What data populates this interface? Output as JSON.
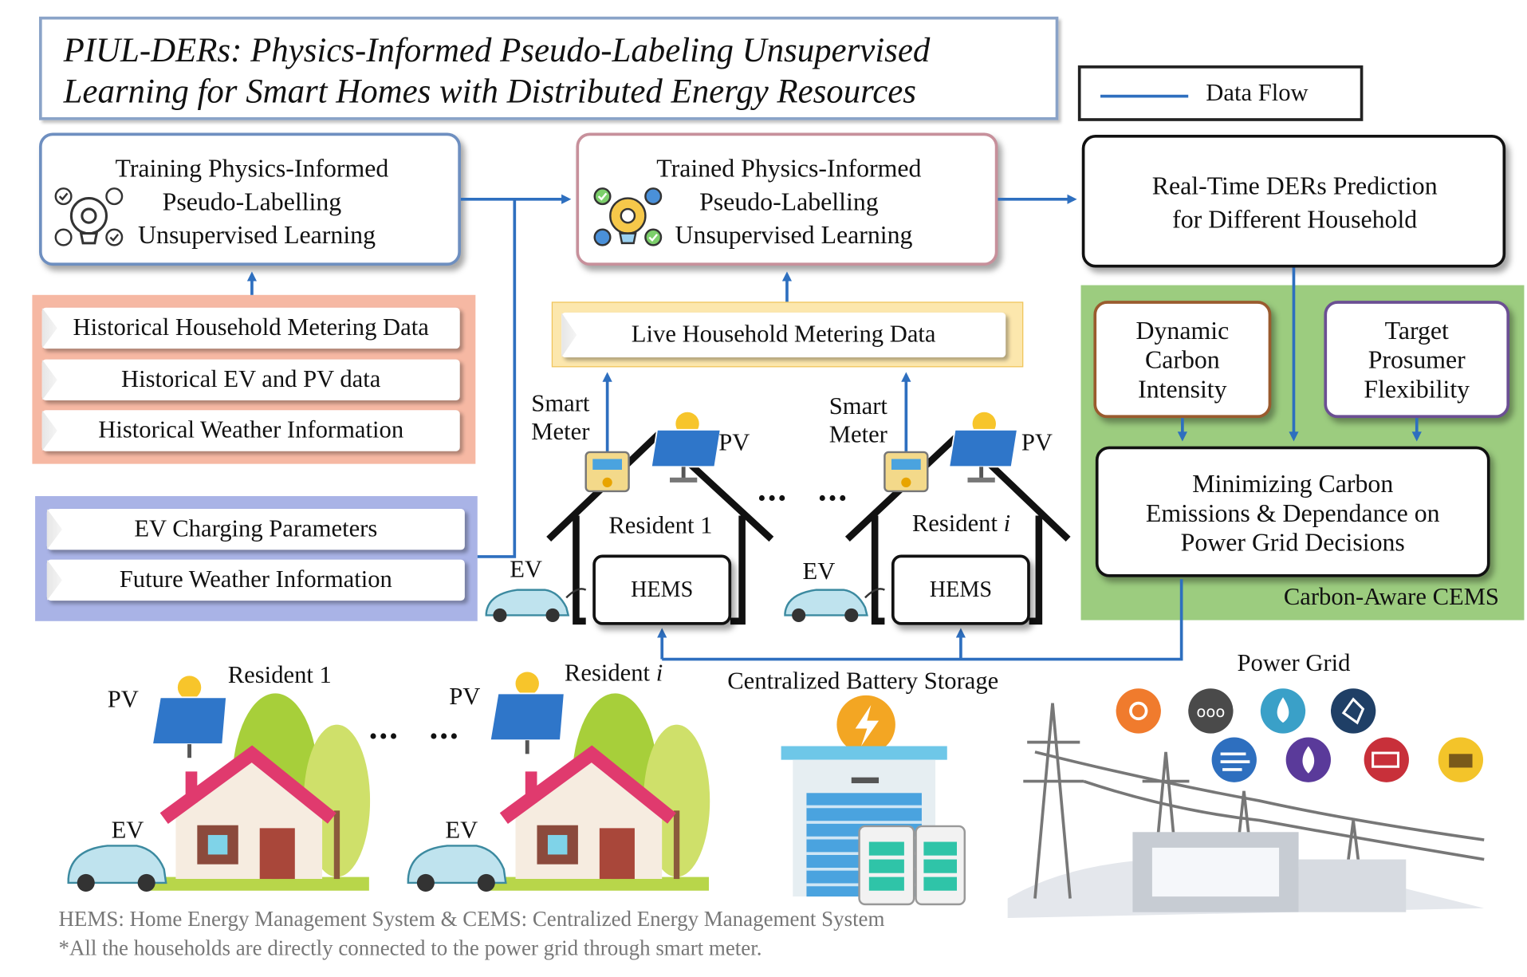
{
  "title": {
    "line1": "PIUL-DERs: Physics-Informed Pseudo-Labeling Unsupervised",
    "line2": "Learning for Smart Homes with Distributed Energy Resources"
  },
  "legend": {
    "label": "Data Flow"
  },
  "training_box": {
    "line1": "Training Physics-Informed",
    "line2": "Pseudo-Labelling",
    "line3": "Unsupervised Learning"
  },
  "trained_box": {
    "line1": "Trained Physics-Informed",
    "line2": "Pseudo-Labelling",
    "line3": "Unsupervised Learning"
  },
  "realtime_box": {
    "line1": "Real-Time DERs Prediction",
    "line2": "for Different Household"
  },
  "historical": [
    "Historical Household Metering Data",
    "Historical EV and PV data",
    "Historical Weather Information"
  ],
  "future": [
    "EV Charging Parameters",
    "Future Weather Information"
  ],
  "live_data": "Live Household Metering Data",
  "cems": {
    "dynamic": {
      "line1": "Dynamic",
      "line2": "Carbon",
      "line3": "Intensity"
    },
    "target": {
      "line1": "Target",
      "line2": "Prosumer",
      "line3": "Flexibility"
    },
    "minimizing": {
      "line1": "Minimizing Carbon",
      "line2": "Emissions & Dependance on",
      "line3": "Power Grid Decisions"
    },
    "label": "Carbon-Aware CEMS"
  },
  "upper_homes": {
    "smart_meter": {
      "line1": "Smart",
      "line2": "Meter"
    },
    "pv": "PV",
    "ev": "EV",
    "hems": "HEMS",
    "resident_1": "Resident 1",
    "resident_i_prefix": "Resident ",
    "resident_i_var": "i"
  },
  "lower_scene": {
    "pv": "PV",
    "ev": "EV",
    "resident_1": "Resident 1",
    "resident_i_prefix": "Resident ",
    "resident_i_var": "i",
    "battery": "Centralized Battery Storage",
    "grid": "Power Grid"
  },
  "ellipsis": "•••",
  "footnotes": {
    "line1": "HEMS: Home Energy Management System & CEMS: Centralized Energy Management System",
    "line2": "*All the households are directly connected to the power grid through smart meter."
  },
  "colors": {
    "flow": "#2e6fbf",
    "historical_bg": "#f6b8a3",
    "future_bg": "#a9b3e6",
    "live_bg": "#fce7ad",
    "cems_bg": "#9ccc7f",
    "title_border": "#8aa3c8",
    "training_border": "#6e8fc0",
    "trained_border": "#c7909b",
    "dynamic_border": "#9a5b2e",
    "target_border": "#6b4f93"
  }
}
